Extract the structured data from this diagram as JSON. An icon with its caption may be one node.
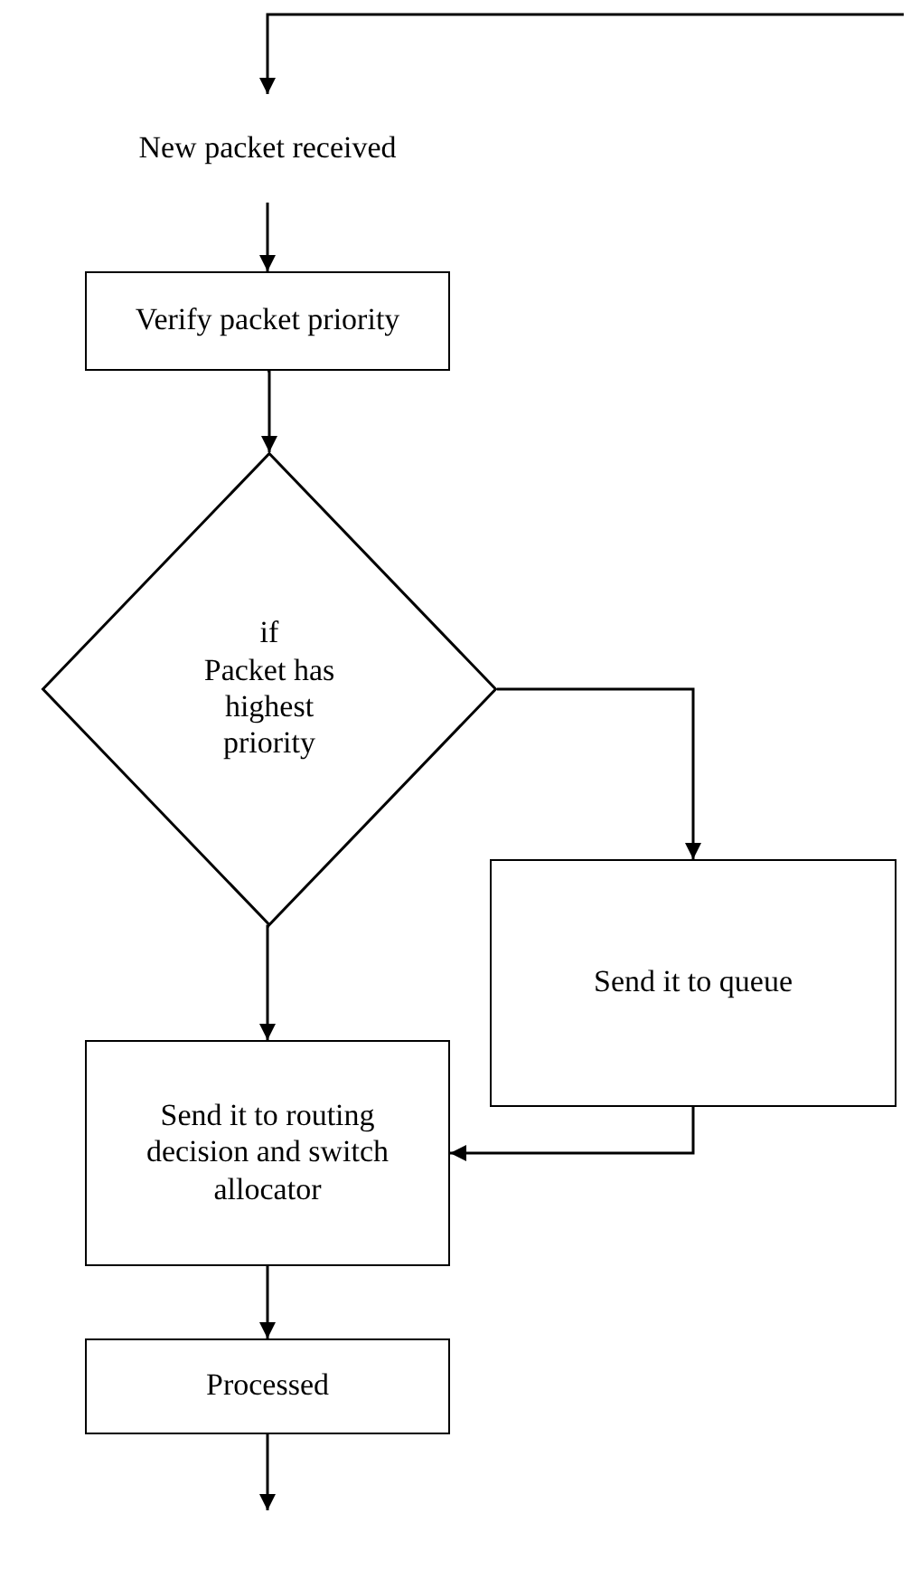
{
  "diagram": {
    "nodes": [
      {
        "text": [
          "New packet received"
        ]
      },
      {
        "text": [
          "Verify packet priority"
        ]
      },
      {
        "text": [
          "if",
          "Packet has highest priority"
        ]
      },
      {
        "text": [
          "Send it to queue"
        ]
      },
      {
        "text": [
          "Send it to routing decision and switch allocator"
        ]
      },
      {
        "text": [
          "Processed"
        ]
      }
    ],
    "edges": [
      {
        "from": null,
        "to": 0,
        "arrow": "to"
      },
      {
        "from": 0,
        "to": 1,
        "arrow": "to"
      },
      {
        "from": 1,
        "to": 2,
        "arrow": "to"
      },
      {
        "from": 2,
        "to": 3,
        "arrow": "to"
      },
      {
        "from": 2,
        "to": 4,
        "arrow": "to"
      },
      {
        "from": 3,
        "to": 4,
        "arrow": "to"
      },
      {
        "from": 4,
        "to": 5,
        "arrow": "to"
      },
      {
        "from": 5,
        "to": null,
        "arrow": "to"
      }
    ]
  }
}
